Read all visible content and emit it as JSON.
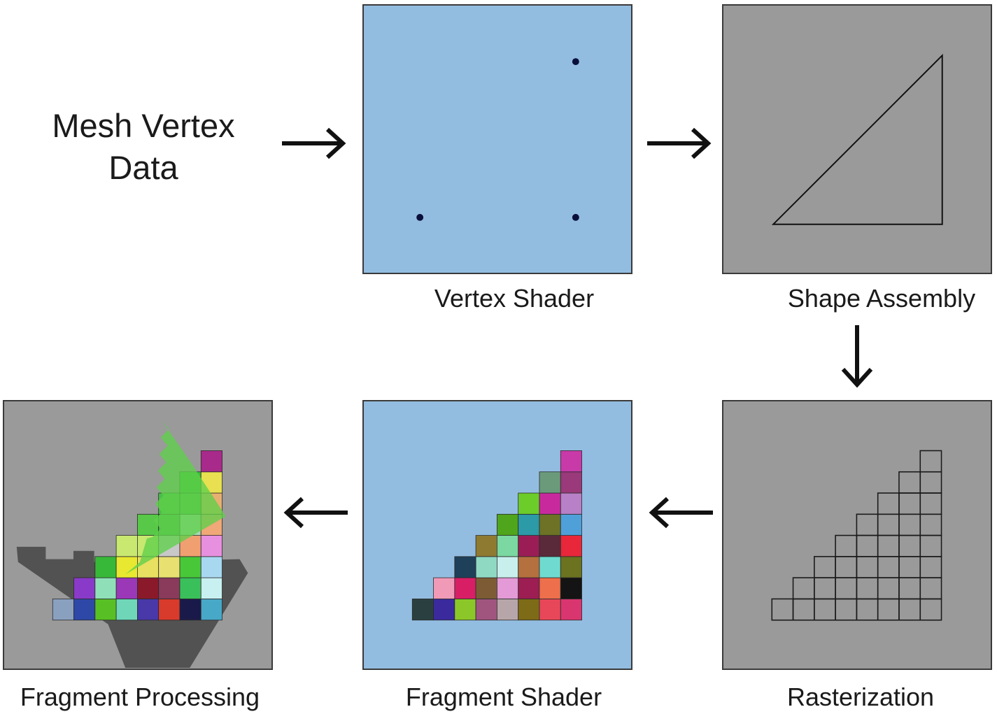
{
  "input": {
    "line1": "Mesh Vertex",
    "line2": "Data"
  },
  "stages": {
    "vertex_shader": "Vertex Shader",
    "shape_assembly": "Shape Assembly",
    "rasterization": "Rasterization",
    "fragment_shader": "Fragment Shader",
    "fragment_processing": "Fragment Processing"
  },
  "colors": {
    "shader_panel": "#93bde0",
    "fixed_panel": "#9a9a9a",
    "overlay_green": "#5fd04a"
  },
  "icons": [
    "right-arrow-icon",
    "down-arrow-icon",
    "left-arrow-icon"
  ]
}
